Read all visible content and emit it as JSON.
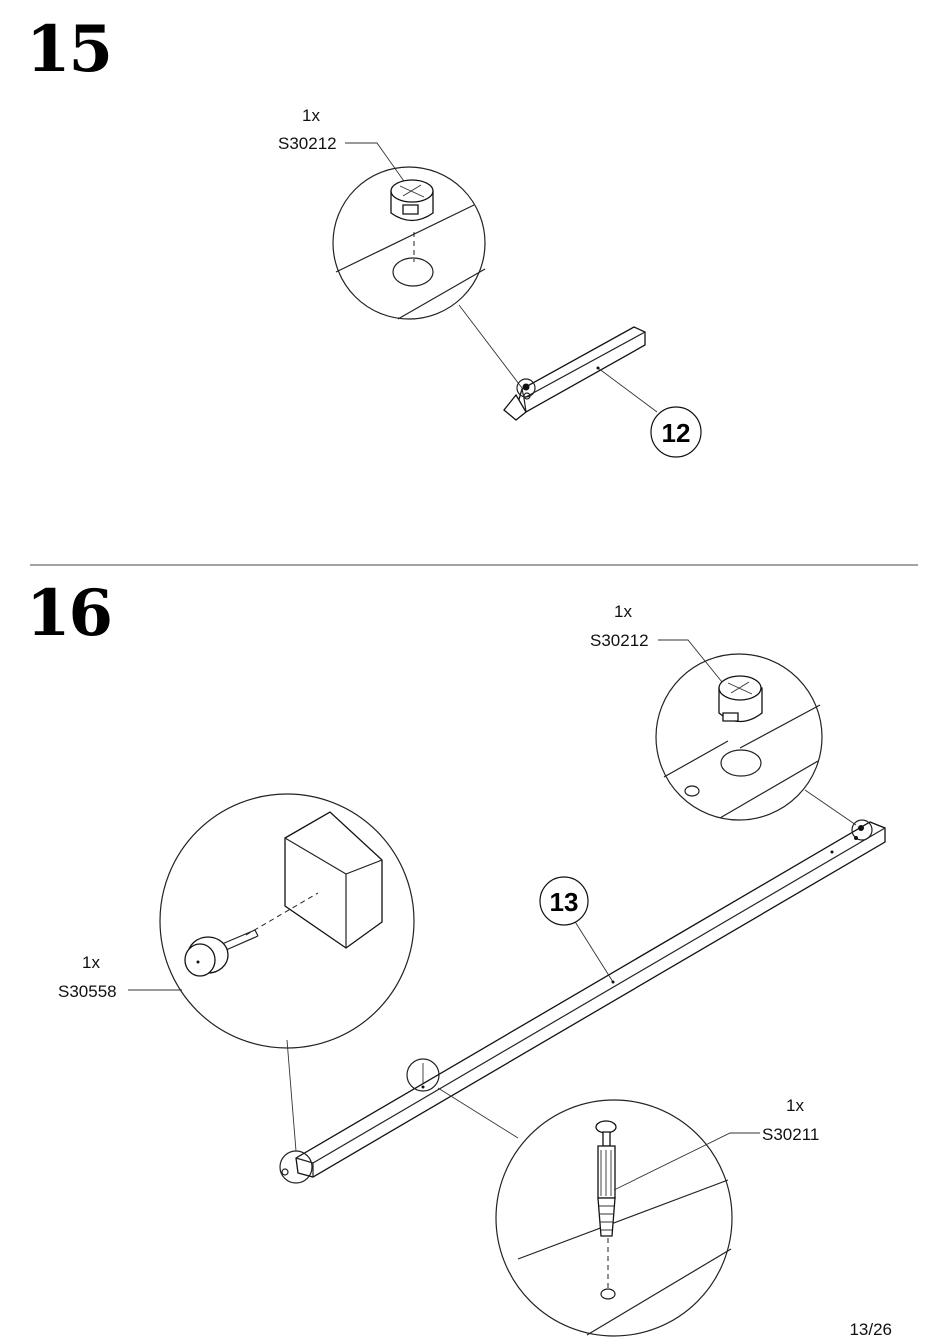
{
  "steps": [
    {
      "number": "15",
      "part_label": "12",
      "fittings": [
        {
          "qty": "1x",
          "code": "S30212"
        }
      ]
    },
    {
      "number": "16",
      "part_label": "13",
      "fittings": [
        {
          "qty": "1x",
          "code": "S30212"
        },
        {
          "qty": "1x",
          "code": "S30558"
        },
        {
          "qty": "1x",
          "code": "S30211"
        }
      ]
    }
  ],
  "page": {
    "number": "13/26"
  }
}
